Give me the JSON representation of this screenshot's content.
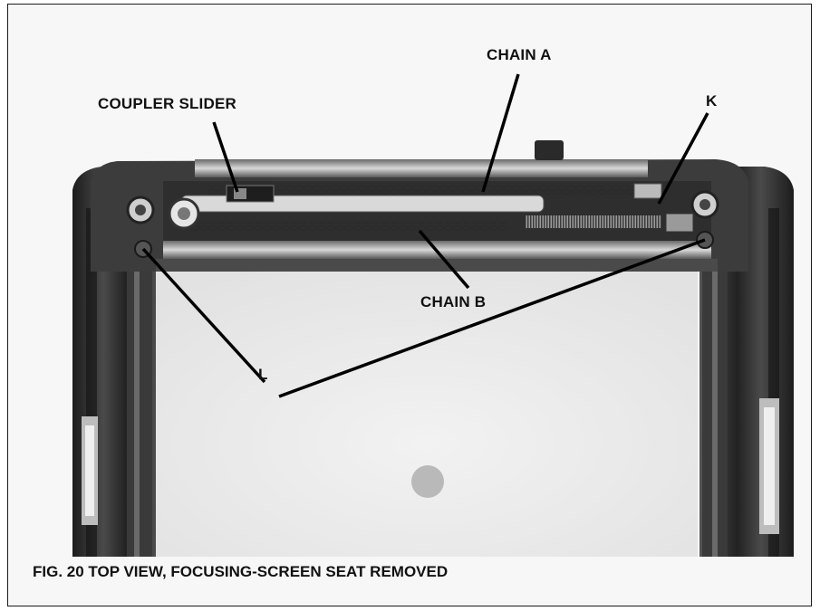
{
  "labels": {
    "chain_a": "CHAIN A",
    "coupler_slider": "COUPLER SLIDER",
    "k": "K",
    "chain_b": "CHAIN B",
    "l": "L"
  },
  "caption": "FIG. 20 TOP VIEW, FOCUSING-SCREEN SEAT REMOVED",
  "colors": {
    "ink": "#111111",
    "background": "#f7f7f7",
    "metal_dark": "#2b2b2b"
  }
}
